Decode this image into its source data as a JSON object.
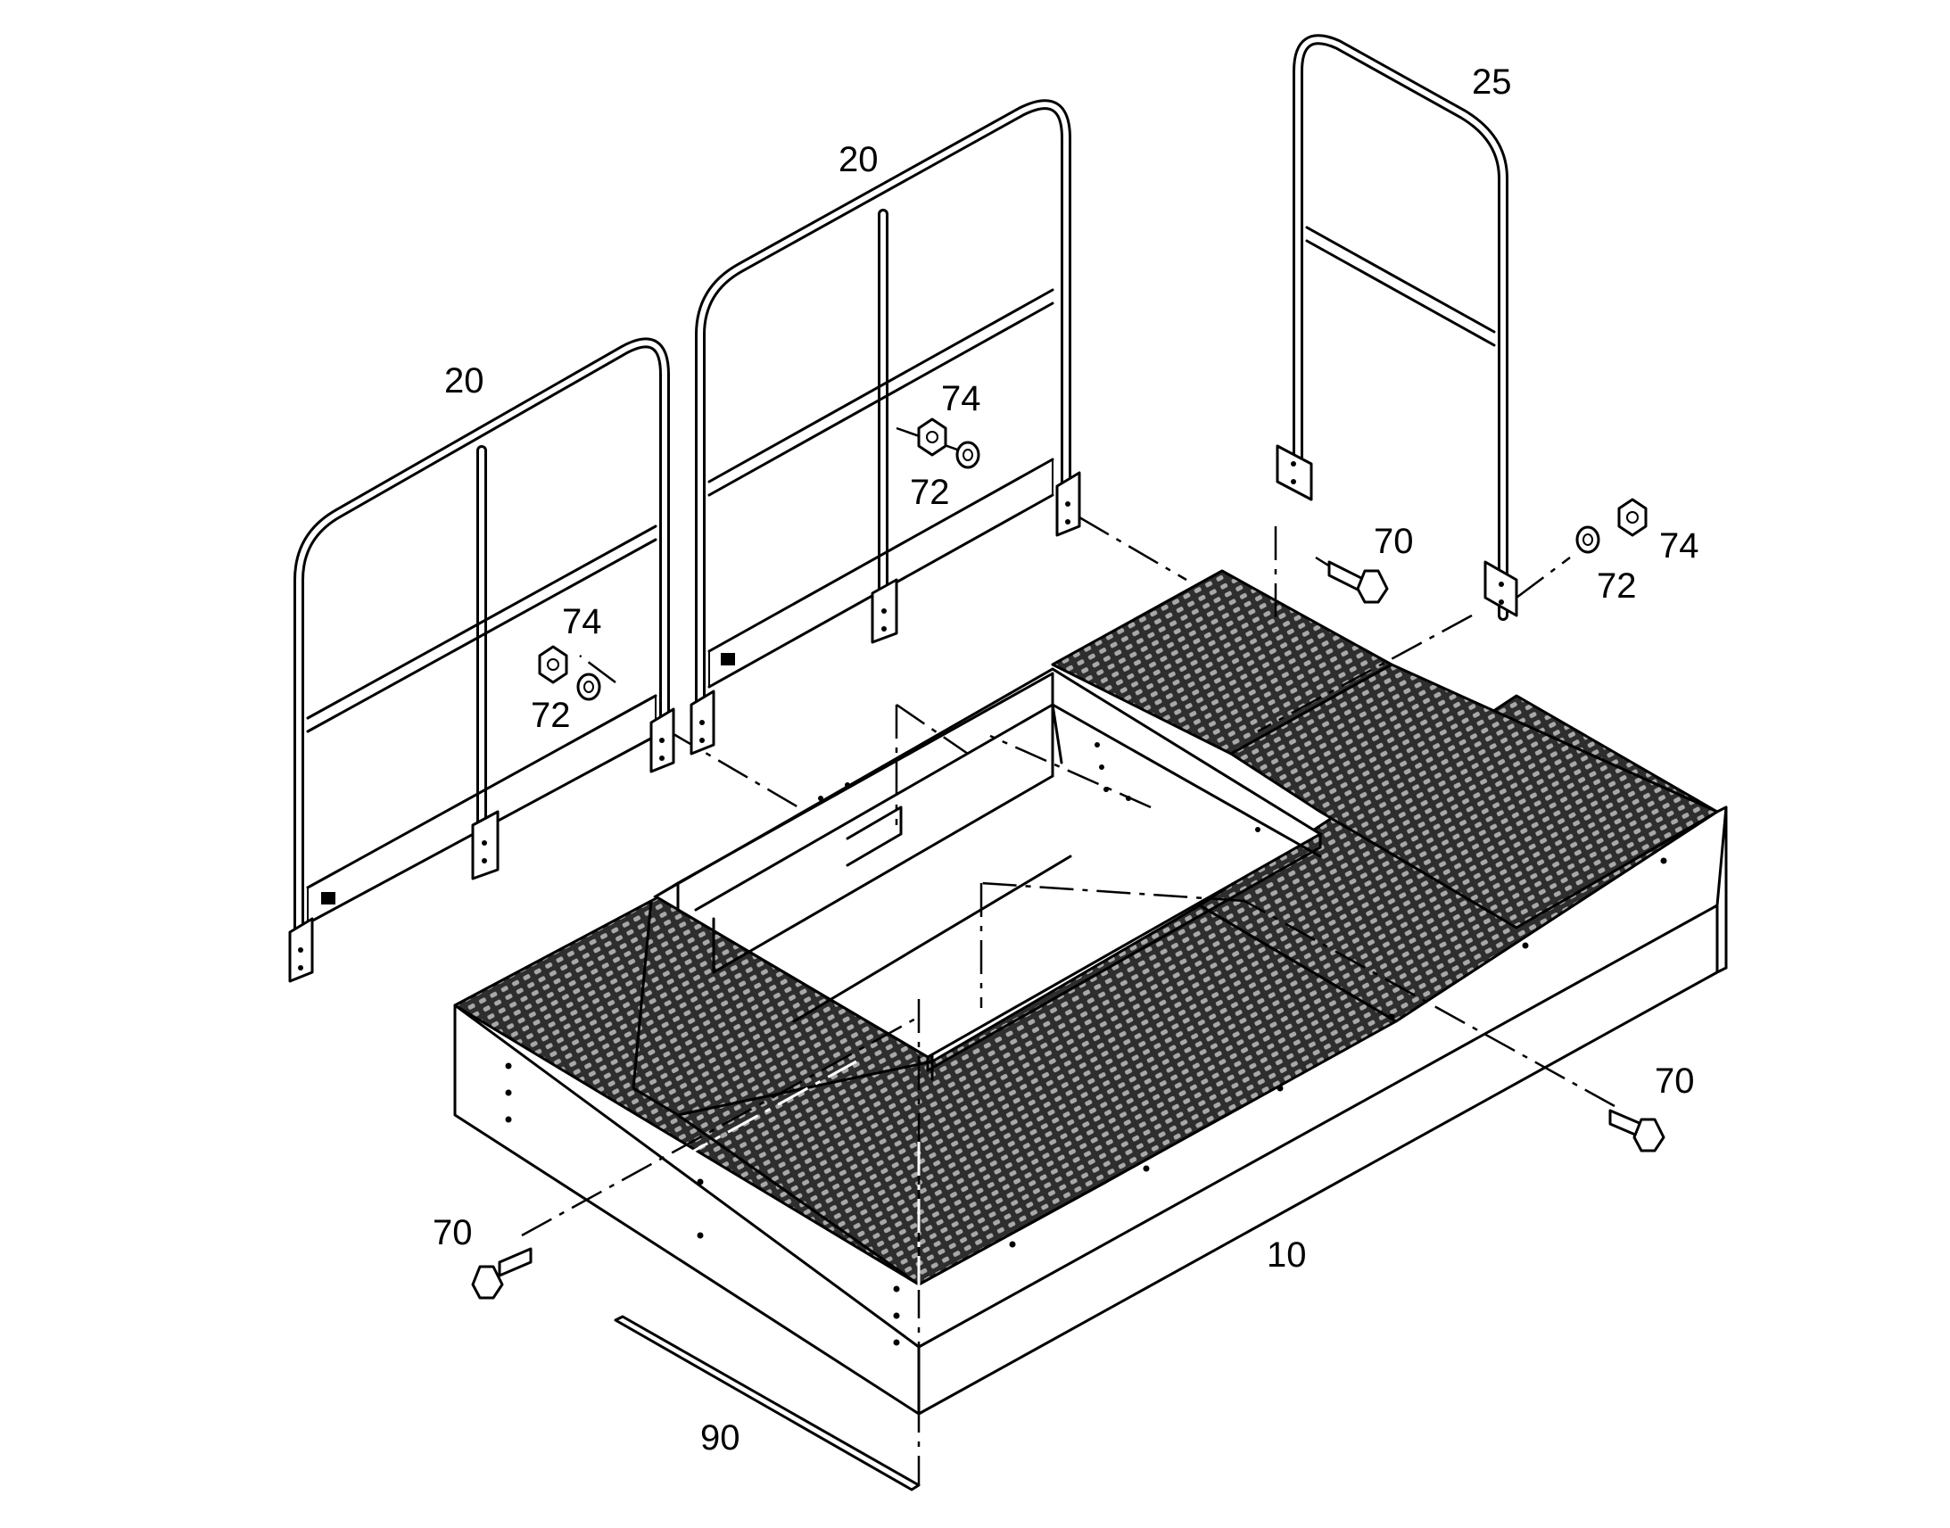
{
  "callouts": {
    "c10": "10",
    "c20_left": "20",
    "c20_mid": "20",
    "c25": "25",
    "c70_top": "70",
    "c70_right": "70",
    "c70_left": "70",
    "c72_left": "72",
    "c72_mid": "72",
    "c72_right": "72",
    "c74_left": "74",
    "c74_mid": "74",
    "c74_right": "74",
    "c90": "90"
  }
}
